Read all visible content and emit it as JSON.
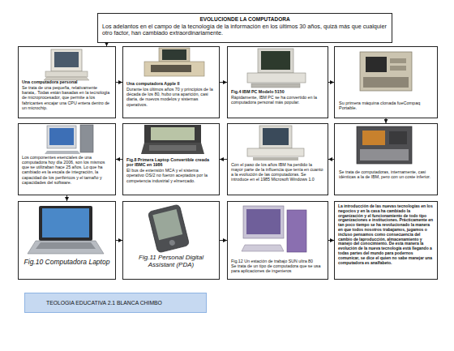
{
  "diagram": {
    "nodes": [
      {
        "text": [
          "EVOLUCIONDE LA COMPUTADORA",
          "Los adelantos en el campo de la tecnología de la información en los últimos 30 años, quizá más que cualquier otro factor, han cambiado extraordinariamente."
        ]
      },
      {
        "text": [
          "Una computadora personal",
          "Se trata de una pequeña, relativamente barata,. Todas están basadas en la tecnología de microprocesador, que permite a los fabricantes encajar una CPU entera dentro de un microchip."
        ]
      },
      {
        "text": [
          "Una computadora Apple II",
          "Durante los últimos años 70 y principios de la década de los 80, hubo una aparición, casi diaria, de nuevos modelos y sistemas operativos."
        ]
      },
      {
        "text": [
          "Fig.4 IBM PC Modelo 5150",
          "Rápidamente, IBM PC se ha convertido en la computadora personal más popular."
        ]
      },
      {
        "text": [
          "Su primera máquina clonada fueCompaq Portable."
        ]
      },
      {
        "text": [
          "Los componentes esenciales de una computadora hoy día 2006, son los mismos que se utilizaban hace 25 años. Lo que ha cambiado es la escala de integración, la capacidad de los periféricos y el tamaño y capacidades del software."
        ]
      },
      {
        "text": [
          "Fig.8 Primera Laptop Convertible creada por IBMC en 1986",
          "El bus de extensión MCA y el sistema operativo OS/2 no fueron aceptados por la competencia industrial y elmercado."
        ]
      },
      {
        "text": [
          "Con el paso de los años IBM ha perdido la mayor parte de la influencia que tenía en cuanto a la evolución de las computadoras. Se introduce en el 1985 Microsoft Windows 1.0"
        ]
      },
      {
        "text": [
          "Se trata de computadoras, internamente, casi idénticas a la de IBM, pero con un coste inferior."
        ]
      },
      {
        "text": [
          "Fig.10 Computadora Laptop"
        ]
      },
      {
        "text": [
          "Fig.11 Personal Digital Assistant (PDA)"
        ]
      },
      {
        "text": [
          "Fig.12 Un estación de trabajo SUN ultra 80",
          "Se trata de un tipo de computadora que se usa para aplicaciones de ingenieros"
        ]
      },
      {
        "text": [
          "La introducción de las nuevas tecnologías en los negocios y en la casa ha cambiado la organización y el funcionamiento de todo tipo organizaciones e instituciones. Prácticamente en tan poco tiempo se ha revolucionado la manera en que todos nosotros trabajamos, jugamos o incluso pensamos como consecuencia del cambio de laproducción, almacenamiento y manejo del conocimiento. De esta manera la evolución de la nueva tecnología está llegando a todas partes del mundo para podernos comunicar, se dice el quien no sabe manejar una computadora es analfabeto."
        ]
      },
      {
        "text": [
          "TEOLOGIA EDUCATIVA  2.1  BLANCA  CHIMBO"
        ]
      }
    ],
    "edges": [
      {
        "from": 0,
        "to": 1,
        "arrow": "to"
      },
      {
        "from": 1,
        "to": 2,
        "arrow": "to"
      },
      {
        "from": 2,
        "to": 3,
        "arrow": "to"
      },
      {
        "from": 3,
        "to": 4,
        "arrow": "to"
      },
      {
        "from": 4,
        "to": 8,
        "arrow": "to"
      },
      {
        "from": 8,
        "to": 7,
        "arrow": "to"
      },
      {
        "from": 7,
        "to": 6,
        "arrow": "to"
      },
      {
        "from": 6,
        "to": 5,
        "arrow": "to"
      },
      {
        "from": 5,
        "to": 9,
        "arrow": "to"
      },
      {
        "from": 9,
        "to": 10,
        "arrow": "to"
      },
      {
        "from": 10,
        "to": 11,
        "arrow": "to"
      },
      {
        "from": 11,
        "to": 12,
        "arrow": "to"
      }
    ]
  }
}
